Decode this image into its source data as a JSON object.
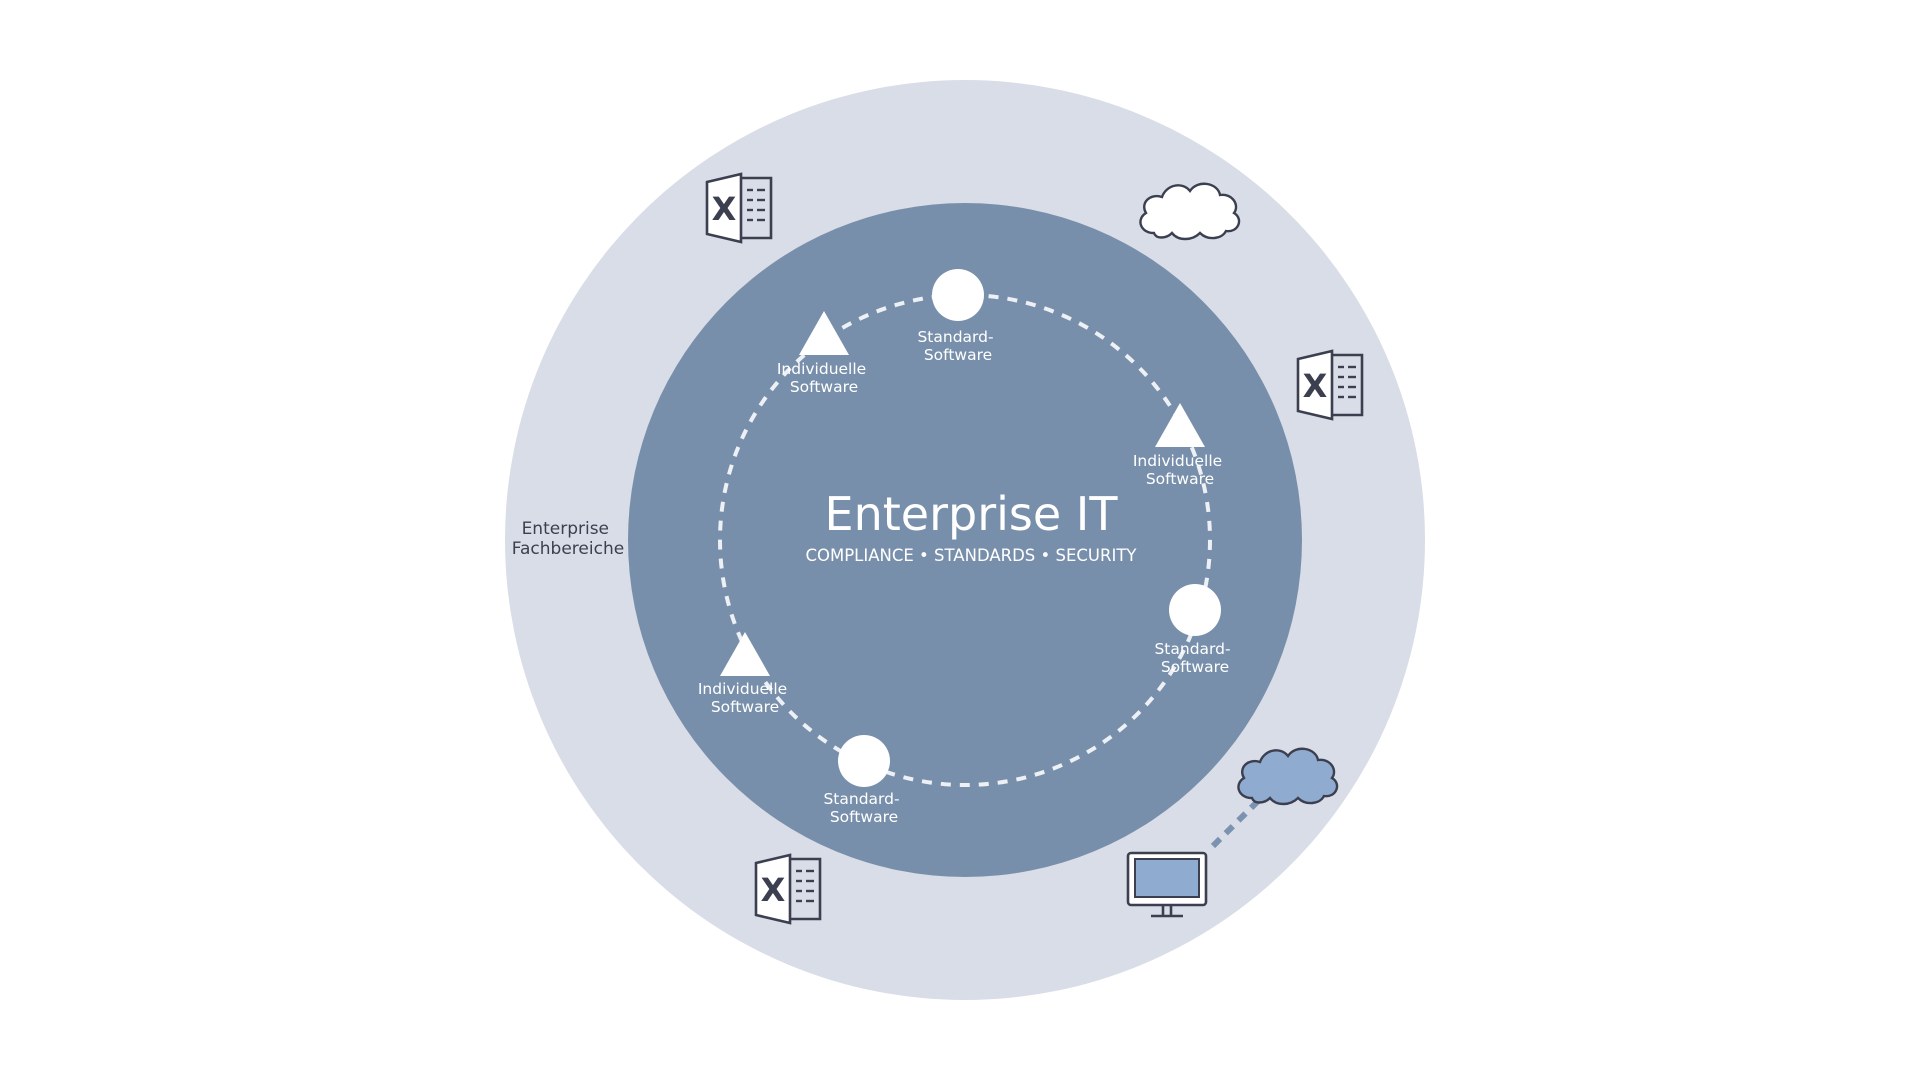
{
  "diagram": {
    "colors": {
      "background": "#ffffff",
      "outer_ring": "#d9dde7",
      "inner_circle": "#788fab",
      "node_fill": "#ffffff",
      "node_text": "#ffffff",
      "dashed_orbit": "#edf0f5",
      "icon_stroke": "#3b3f4f",
      "icon_text": "#3b3f4f",
      "cloud_fill_highlight": "#8fabd0",
      "monitor_screen": "#8fabd0",
      "link_line": "#7c92b1",
      "outer_label_color": "#3b3f4f"
    },
    "center": {
      "title": "Enterprise IT",
      "subtitle": "COMPLIANCE • STANDARDS • SECURITY"
    },
    "outer_label": {
      "line1": "Enterprise",
      "line2": "Fachbereiche"
    },
    "nodes": [
      {
        "shape": "circle",
        "line1": "Standard-",
        "line2": "Software"
      },
      {
        "shape": "triangle",
        "line1": "Individuelle",
        "line2": "Software"
      },
      {
        "shape": "triangle",
        "line1": "Individuelle",
        "line2": "Software"
      },
      {
        "shape": "circle",
        "line1": "Standard-",
        "line2": "Software"
      },
      {
        "shape": "circle",
        "line1": "Standard-",
        "line2": "Software"
      },
      {
        "shape": "triangle",
        "line1": "Individuelle",
        "line2": "Software"
      }
    ],
    "outer_icons": [
      {
        "type": "excel-icon",
        "letter": "X"
      },
      {
        "type": "cloud-icon",
        "highlight": false
      },
      {
        "type": "excel-icon",
        "letter": "X"
      },
      {
        "type": "cloud-icon",
        "highlight": true
      },
      {
        "type": "monitor-icon"
      },
      {
        "type": "excel-icon",
        "letter": "X"
      }
    ]
  }
}
